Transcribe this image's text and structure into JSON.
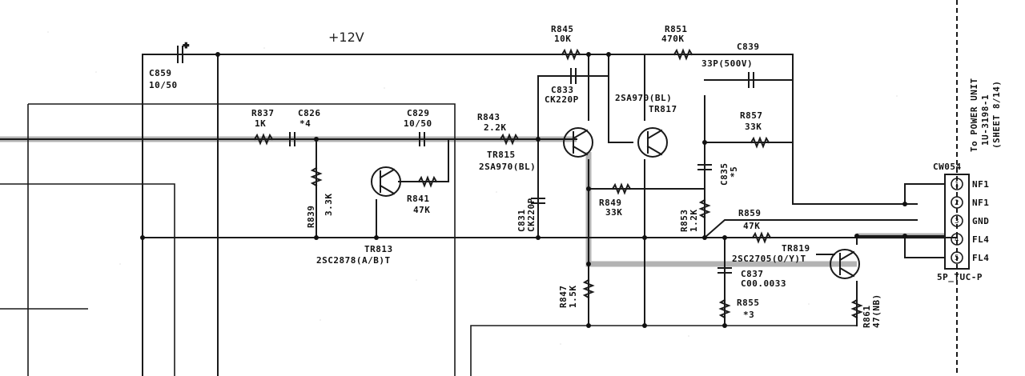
{
  "supply": {
    "label": "+12V"
  },
  "caps": {
    "c859": {
      "name": "C859",
      "value": "10/50"
    },
    "c826": {
      "name": "C826",
      "value": "*4"
    },
    "c829": {
      "name": "C829",
      "value": "10/50"
    },
    "c833": {
      "name": "C833",
      "value": "CK220P"
    },
    "c839": {
      "name": "C839",
      "value": "33P(500V)"
    },
    "c831": {
      "name": "C831",
      "value": "CK220P"
    },
    "c835": {
      "name": "C835",
      "value": "*5"
    },
    "c837": {
      "name": "C837",
      "value": "C00.0033"
    }
  },
  "resistors": {
    "r837": {
      "name": "R837",
      "value": "1K"
    },
    "r839": {
      "name": "R839",
      "value": "3.3K"
    },
    "r841": {
      "name": "R841",
      "value": "47K"
    },
    "r843": {
      "name": "R843",
      "value": "2.2K"
    },
    "r845": {
      "name": "R845",
      "value": "10K"
    },
    "r851": {
      "name": "R851",
      "value": "470K"
    },
    "r857": {
      "name": "R857",
      "value": "33K"
    },
    "r849": {
      "name": "R849",
      "value": "33K"
    },
    "r853": {
      "name": "R853",
      "value": "1.2K"
    },
    "r859": {
      "name": "R859",
      "value": "47K"
    },
    "r847": {
      "name": "R847",
      "value": "1.5K"
    },
    "r855": {
      "name": "R855",
      "value": "*3"
    },
    "r861": {
      "name": "R861",
      "value": "47(NB)"
    }
  },
  "transistors": {
    "tr813": {
      "name": "TR813",
      "part": "2SC2878(A/B)T"
    },
    "tr815": {
      "name": "TR815",
      "part": "2SA970(BL)"
    },
    "tr817": {
      "name": "TR817",
      "part": "2SA970(BL)"
    },
    "tr819": {
      "name": "TR819",
      "part": "2SC2705(O/Y)T"
    }
  },
  "connector": {
    "name": "CW054",
    "type": "5P_TUC-P",
    "pins": [
      {
        "num": "1",
        "label": "NF1"
      },
      {
        "num": "2",
        "label": "NF1"
      },
      {
        "num": "3",
        "label": "GND"
      },
      {
        "num": "4",
        "label": "FL4"
      },
      {
        "num": "5",
        "label": "FL4"
      }
    ]
  },
  "destination": {
    "line1": "To POWER UNIT",
    "line2": "1U-3198-1",
    "line3": "(SHEET 8/14)"
  }
}
